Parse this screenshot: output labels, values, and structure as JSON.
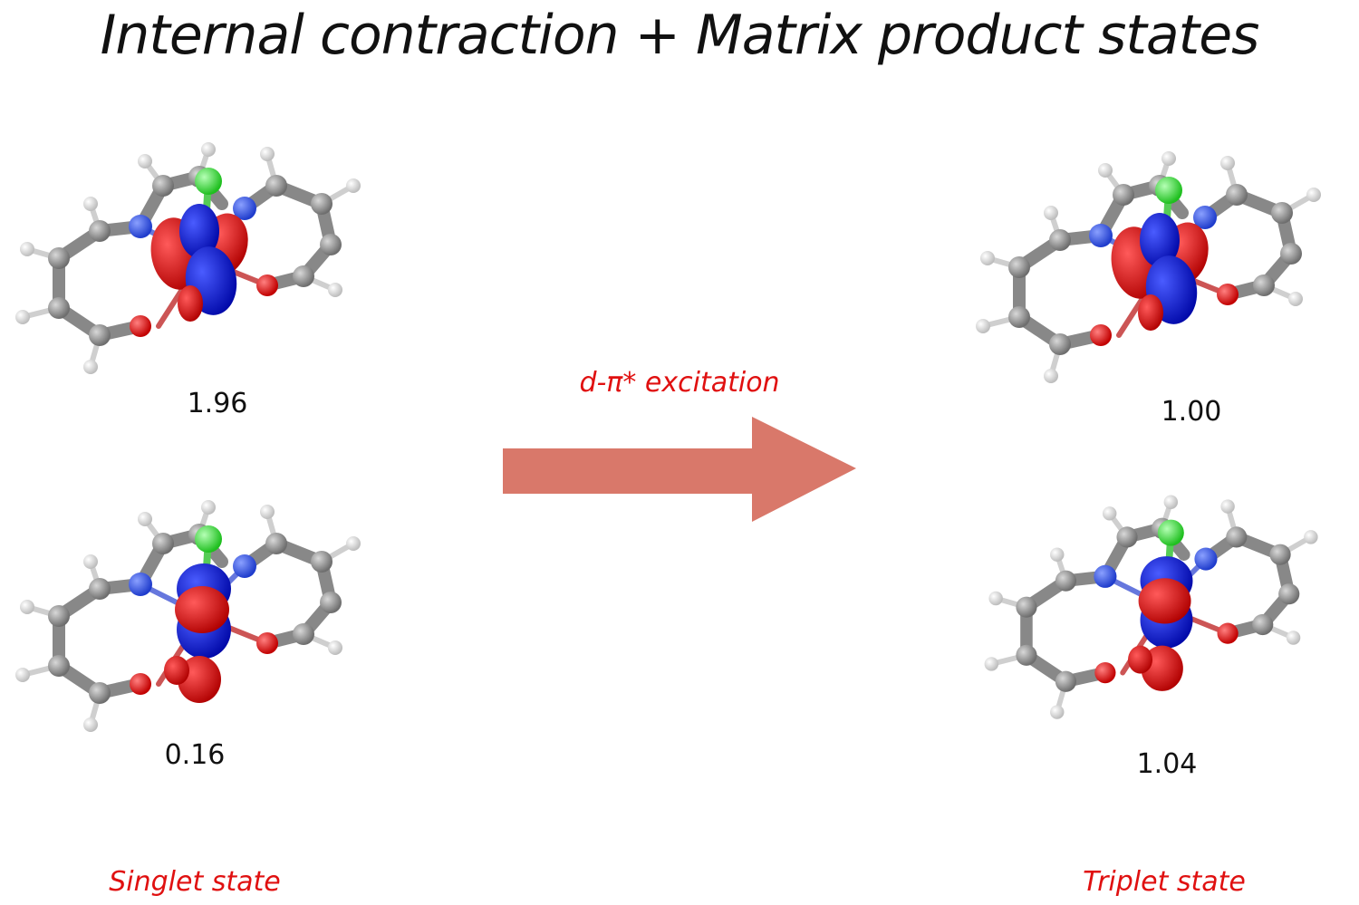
{
  "title": "Internal contraction + Matrix product states",
  "arrow_label": "d-π* excitation",
  "singlet": {
    "label": "Singlet state",
    "occupations": [
      "1.96",
      "0.16"
    ]
  },
  "triplet": {
    "label": "Triplet state",
    "occupations": [
      "1.00",
      "1.04"
    ]
  },
  "colors": {
    "label_red": "#e01010",
    "arrow_fill": "#d9786a",
    "orbital_positive": "#dd0000",
    "orbital_negative": "#0018dd",
    "carbon": "#8a8a8a",
    "nitrogen": "#3355ee",
    "oxygen": "#ee1111",
    "chlorine": "#33dd33",
    "hydrogen": "#f2f2f2"
  }
}
